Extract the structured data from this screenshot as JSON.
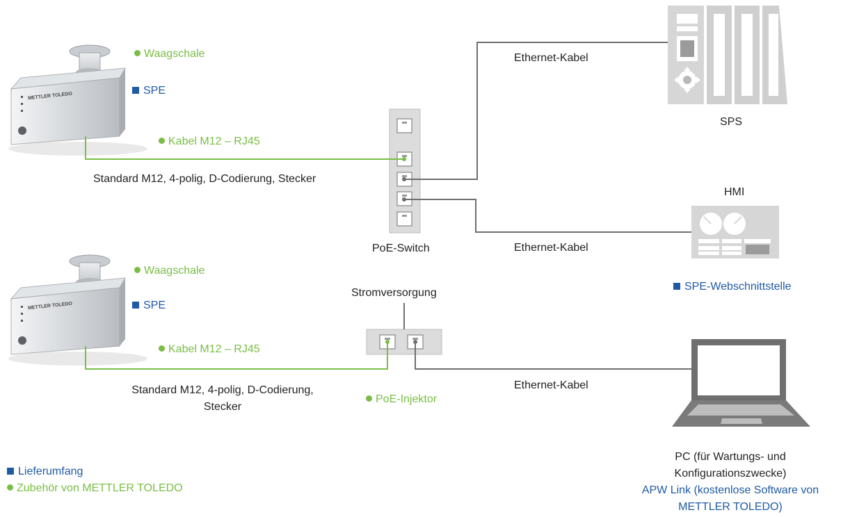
{
  "colors": {
    "accessory": "#78be44",
    "scope": "#1f5aa5",
    "line": "#6e6e6e"
  },
  "top": {
    "waagschale": "Waagschale",
    "spe": "SPE",
    "kabel": "Kabel M12 – RJ45",
    "standard": "Standard M12, 4-polig, D-Codierung, Stecker",
    "switch": "PoE-Switch",
    "ethernet_1": "Ethernet-Kabel",
    "ethernet_2": "Ethernet-Kabel",
    "sps": "SPS",
    "hmi": "HMI",
    "webschnittstelle": "SPE-Webschnittstelle",
    "device_brand": "METTLER TOLEDO"
  },
  "bottom": {
    "waagschale": "Waagschale",
    "spe": "SPE",
    "kabel": "Kabel M12 – RJ45",
    "standard_line1": "Standard M12, 4-polig, D-Codierung,",
    "standard_line2": "Stecker",
    "stromversorgung": "Stromversorgung",
    "injektor": "PoE-Injektor",
    "ethernet": "Ethernet-Kabel",
    "pc_line1": "PC (für Wartungs- und",
    "pc_line2": "Konfigurationszwecke)",
    "apw_line1": "APW Link (kostenlose Software von",
    "apw_line2": "METTLER TOLEDO)",
    "device_brand": "METTLER TOLEDO"
  },
  "legend": {
    "scope": "Lieferumfang",
    "accessory": "Zubehör von METTLER TOLEDO"
  }
}
